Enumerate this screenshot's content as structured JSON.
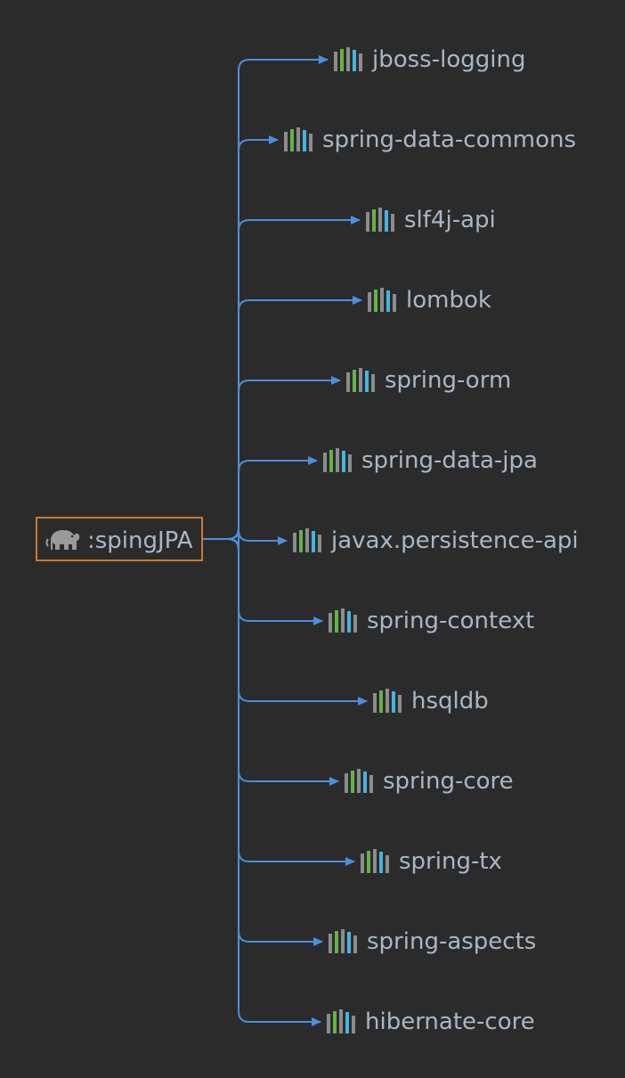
{
  "root": {
    "label": ":spingJPA",
    "icon": "gradle-elephant-icon"
  },
  "dependency_icon": "library-icon",
  "colors": {
    "background": "#2b2b2b",
    "edge": "#4a90e2",
    "root_border": "#c87a35",
    "text": "#a9b7c6",
    "icon_gray": "#8c8c8c",
    "icon_green": "#62b543",
    "icon_blue": "#40b6e0"
  },
  "dependencies": [
    {
      "id": "jboss-logging",
      "label": "jboss-logging"
    },
    {
      "id": "spring-data-commons",
      "label": "spring-data-commons"
    },
    {
      "id": "slf4j-api",
      "label": "slf4j-api"
    },
    {
      "id": "lombok",
      "label": "lombok"
    },
    {
      "id": "spring-orm",
      "label": "spring-orm"
    },
    {
      "id": "spring-data-jpa",
      "label": "spring-data-jpa"
    },
    {
      "id": "javax-persistence-api",
      "label": "javax.persistence-api"
    },
    {
      "id": "spring-context",
      "label": "spring-context"
    },
    {
      "id": "hsqldb",
      "label": "hsqldb"
    },
    {
      "id": "spring-core",
      "label": "spring-core"
    },
    {
      "id": "spring-tx",
      "label": "spring-tx"
    },
    {
      "id": "spring-aspects",
      "label": "spring-aspects"
    },
    {
      "id": "hibernate-core",
      "label": "hibernate-core"
    }
  ]
}
